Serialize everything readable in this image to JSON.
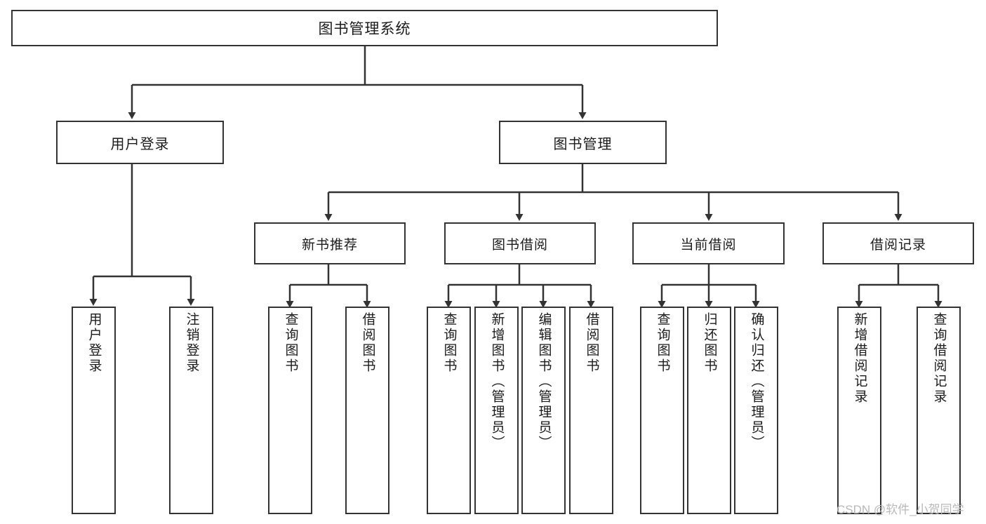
{
  "diagram": {
    "type": "tree-hierarchy-chart",
    "title_node": "图书管理系统",
    "stroke_color": "#333333",
    "fill_color": "#ffffff",
    "watermark": "CSDN @软件_小贺同学",
    "levels": {
      "level1": [
        {
          "label": "用户登录"
        },
        {
          "label": "图书管理"
        }
      ],
      "level2": [
        {
          "label": "新书推荐"
        },
        {
          "label": "图书借阅"
        },
        {
          "label": "当前借阅"
        },
        {
          "label": "借阅记录"
        }
      ]
    },
    "leaves": {
      "user_login": [
        {
          "label": "用户登录"
        },
        {
          "label": "注销登录"
        }
      ],
      "new_book_recommend": [
        {
          "label": "查询图书"
        },
        {
          "label": "借阅图书"
        }
      ],
      "book_borrow": [
        {
          "label": "查询图书"
        },
        {
          "label": "新增图书（管理员）"
        },
        {
          "label": "编辑图书（管理员）"
        },
        {
          "label": "借阅图书"
        }
      ],
      "current_borrow": [
        {
          "label": "查询图书"
        },
        {
          "label": "归还图书"
        },
        {
          "label": "确认归还（管理员）"
        }
      ],
      "borrow_record": [
        {
          "label": "新增借阅记录"
        },
        {
          "label": "查询借阅记录"
        }
      ]
    }
  }
}
